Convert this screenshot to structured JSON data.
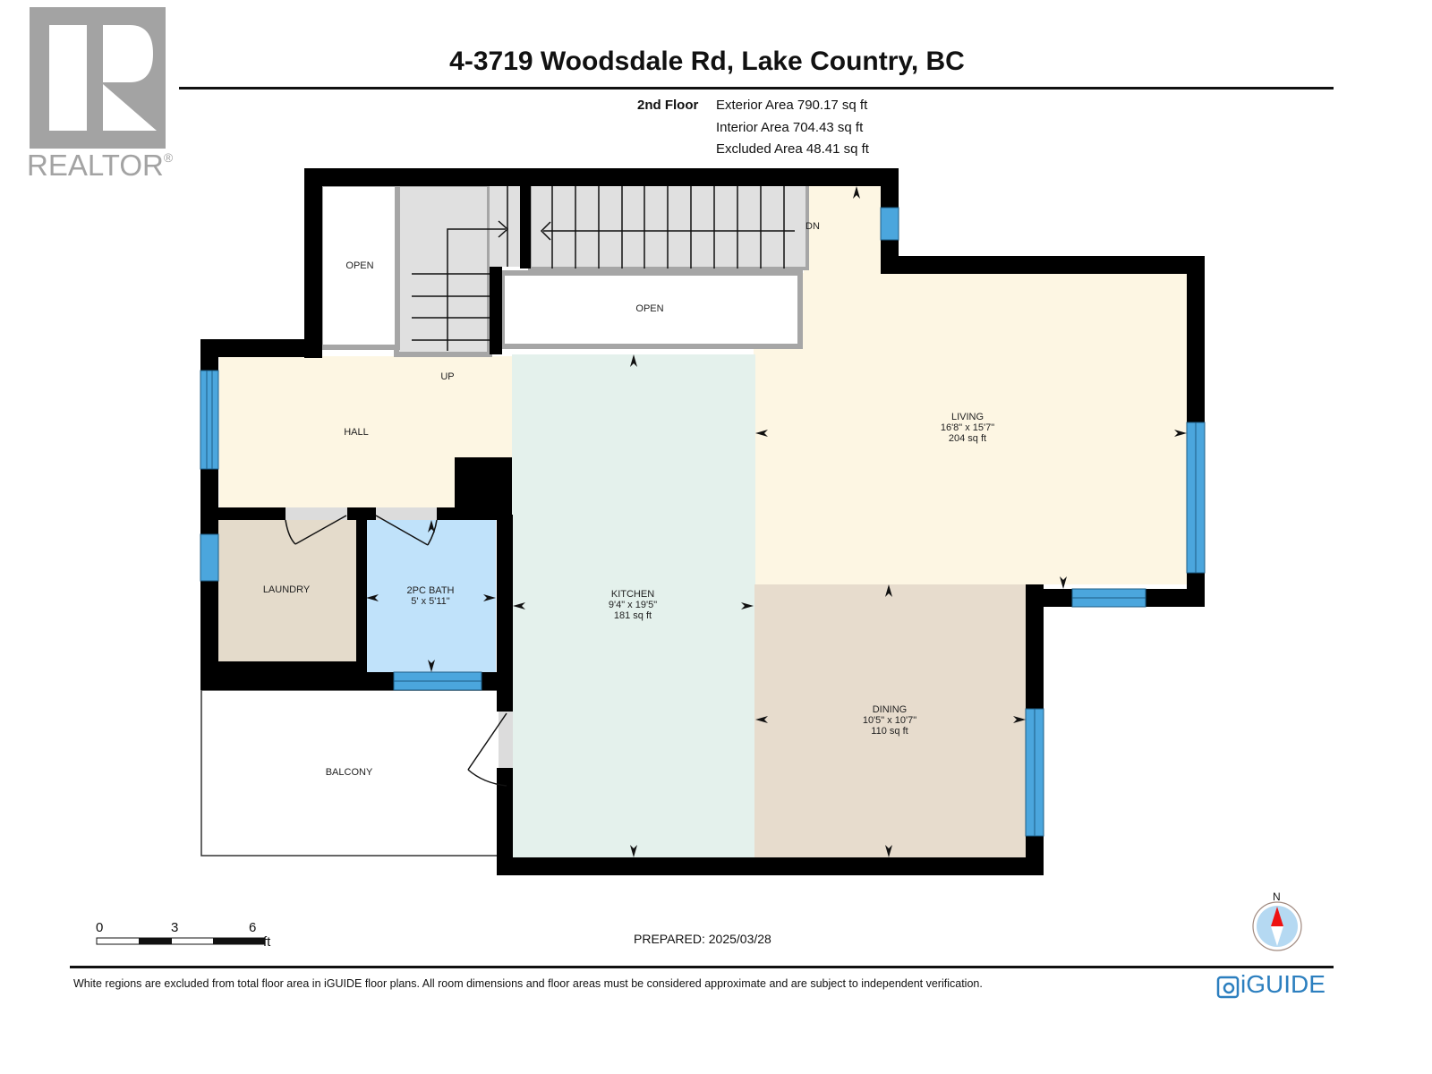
{
  "header": {
    "logo_text": "REALTOR",
    "logo_mark": "®",
    "title": "4-3719 Woodsdale Rd, Lake Country, BC",
    "floor": "2nd Floor",
    "areas": [
      "Exterior Area 790.17 sq ft",
      "Interior Area 704.43 sq ft",
      "Excluded Area 48.41 sq ft"
    ]
  },
  "plan": {
    "rooms": [
      {
        "name": "OPEN",
        "dims": "",
        "area": ""
      },
      {
        "name": "OPEN",
        "dims": "",
        "area": ""
      },
      {
        "name": "HALL",
        "dims": "",
        "area": ""
      },
      {
        "name": "LAUNDRY",
        "dims": "",
        "area": ""
      },
      {
        "name": "2PC BATH",
        "dims": "5' x 5'11\"",
        "area": ""
      },
      {
        "name": "KITCHEN",
        "dims": "9'4\" x 19'5\"",
        "area": "181 sq ft"
      },
      {
        "name": "LIVING",
        "dims": "16'8\" x 15'7\"",
        "area": "204 sq ft"
      },
      {
        "name": "DINING",
        "dims": "10'5\" x 10'7\"",
        "area": "110 sq ft"
      },
      {
        "name": "BALCONY",
        "dims": "",
        "area": ""
      }
    ],
    "stair_labels": {
      "up": "UP",
      "down": "DN"
    },
    "colors": {
      "wall": "#000000",
      "hall_living": "#fdf6e3",
      "kitchen": "#e4f1ec",
      "dining": "#e7dccd",
      "laundry": "#e4dbcb",
      "bath": "#c0e2fa",
      "window": "#4ba6dd",
      "stairs": "#e0e0e0",
      "stair_border": "#a6a6a6"
    }
  },
  "scale": {
    "ticks": [
      "0",
      "3",
      "6"
    ],
    "unit": "ft"
  },
  "prepared": "PREPARED: 2025/03/28",
  "compass": {
    "label": "N"
  },
  "footer": {
    "disclaimer": "White regions are excluded from total floor area in iGUIDE floor plans. All room dimensions and floor areas must be considered approximate and are subject to independent verification.",
    "brand": "iGUIDE"
  }
}
